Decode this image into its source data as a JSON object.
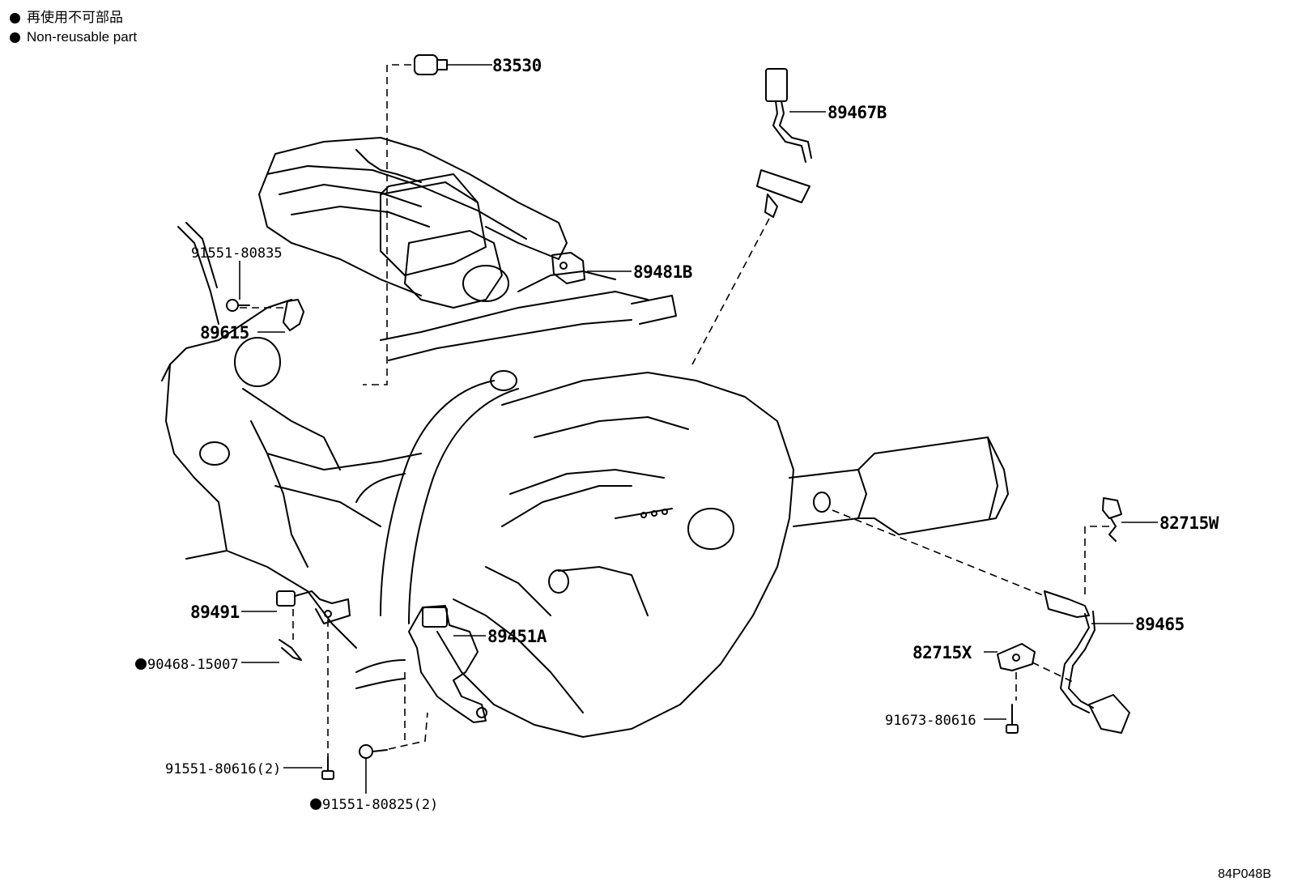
{
  "legend": {
    "lines": [
      "再使用不可部品",
      "Non-reusable part"
    ]
  },
  "diagram_code": "84P048B",
  "parts": [
    {
      "id": "p83530",
      "number": "83530",
      "non_reusable": false
    },
    {
      "id": "p89467B",
      "number": "89467B",
      "non_reusable": false
    },
    {
      "id": "p91551_80835",
      "number": "91551-80835",
      "non_reusable": false
    },
    {
      "id": "p89481B",
      "number": "89481B",
      "non_reusable": false
    },
    {
      "id": "p89615",
      "number": "89615",
      "non_reusable": false
    },
    {
      "id": "p82715W",
      "number": "82715W",
      "non_reusable": false
    },
    {
      "id": "p89491",
      "number": "89491",
      "non_reusable": false
    },
    {
      "id": "p89465",
      "number": "89465",
      "non_reusable": false
    },
    {
      "id": "p89451A",
      "number": "89451A",
      "non_reusable": false
    },
    {
      "id": "p82715X",
      "number": "82715X",
      "non_reusable": false
    },
    {
      "id": "p90468_15007",
      "number": "90468-15007",
      "non_reusable": true
    },
    {
      "id": "p91673_80616",
      "number": "91673-80616",
      "non_reusable": false
    },
    {
      "id": "p91551_80616",
      "number": "91551-80616(2)",
      "non_reusable": false
    },
    {
      "id": "p91551_80825",
      "number": "91551-80825(2)",
      "non_reusable": true
    }
  ]
}
